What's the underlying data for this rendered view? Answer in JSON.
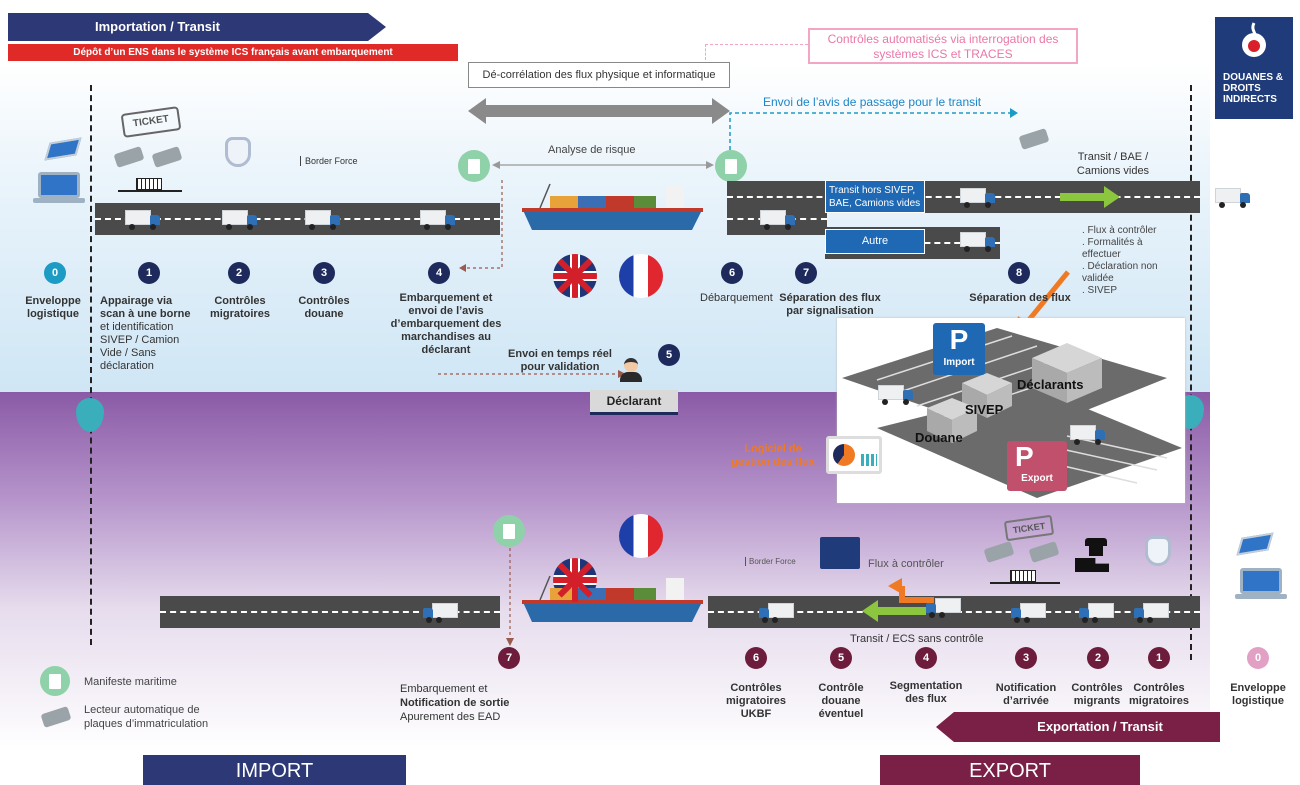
{
  "header": {
    "import_transit": "Importation / Transit",
    "ens_banner": "Dépôt d’un ENS dans le système ICS français avant embarquement",
    "controles_auto": "Contrôles automatisés via interrogation des systèmes ICS et TRACES",
    "decorrelation": "Dé-corrélation des flux physique et informatique",
    "avis_passage": "Envoi de l’avis de passage pour le transit",
    "logo_text": "DOUANES & DROITS INDIRECTS",
    "analyse_risque": "Analyse de risque"
  },
  "colors": {
    "navy": "#1f2a5c",
    "maroon": "#6d1c3c",
    "teal": "#1c9bc4",
    "orange": "#f07a23",
    "green": "#8cc63f"
  },
  "import": {
    "border_force": "Border Force",
    "ticket": "TICKET",
    "transit_bae": "Transit / BAE / Camions vides",
    "lane_transit": "Transit hors SIVEP, BAE, Camions vides",
    "lane_autre": "Autre",
    "flux_notes": ". Flux à contrôler\n. Formalités à effectuer\n. Déclaration non validée\n. SIVEP",
    "steps": [
      {
        "n": "0",
        "label": "Enveloppe logistique"
      },
      {
        "n": "1",
        "label_bold": "Appairage via scan à une borne",
        "label": "et identification SIVEP / Camion Vide / Sans déclaration"
      },
      {
        "n": "2",
        "label": "Contrôles migratoires"
      },
      {
        "n": "3",
        "label": "Contrôles douane"
      },
      {
        "n": "4",
        "label": "Embarquement et envoi de l’avis d’embarquement des marchandises au déclarant"
      },
      {
        "n": "5",
        "label": "Envoi en temps réel pour validation"
      },
      {
        "n": "6",
        "label": "Débarquement"
      },
      {
        "n": "7",
        "label": "Séparation des flux par signalisation"
      },
      {
        "n": "8",
        "label": "Séparation des flux"
      }
    ],
    "declarant": "Déclarant"
  },
  "parking": {
    "p": "P",
    "import": "Import",
    "export": "Export",
    "declarants": "Déclarants",
    "sivep": "SIVEP",
    "douane": "Douane",
    "logiciel": "Logiciel de gestion des flux"
  },
  "export": {
    "border_force": "Border Force",
    "ticket": "TICKET",
    "flux_controler": "Flux à contrôler",
    "transit_ecs": "Transit / ECS sans contrôle",
    "title": "Exportation / Transit",
    "steps": [
      {
        "n": "0",
        "label": "Enveloppe logistique"
      },
      {
        "n": "1",
        "label": "Contrôles migratoires"
      },
      {
        "n": "2",
        "label": "Contrôles migrants"
      },
      {
        "n": "3",
        "label": "Notification d’arrivée"
      },
      {
        "n": "4",
        "label": "Segmentation des flux"
      },
      {
        "n": "5",
        "label": "Contrôle douane éventuel"
      },
      {
        "n": "6",
        "label": "Contrôles migratoires UKBF"
      },
      {
        "n": "7",
        "label_a": "Embarquement et",
        "label_bold": "Notification de sortie",
        "label_c": "Apurement des EAD"
      }
    ]
  },
  "legend": {
    "manifeste": "Manifeste maritime",
    "lecteur": "Lecteur automatique de plaques d’immatriculation"
  },
  "footer": {
    "import": "IMPORT",
    "export": "EXPORT"
  }
}
